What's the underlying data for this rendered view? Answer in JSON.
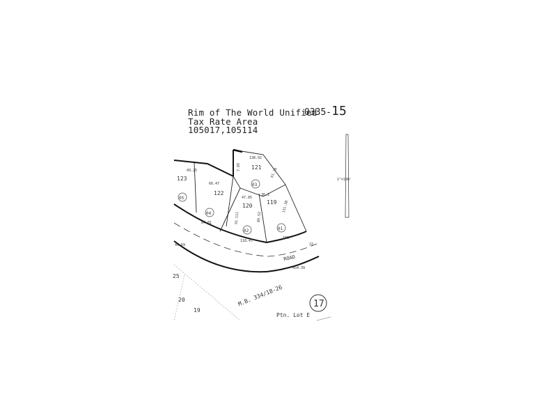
{
  "header": {
    "district": "Rim of The World Unified",
    "tax_rate_label": "Tax Rate Area",
    "tax_rate_codes": "105017,105114",
    "book": "0335-",
    "page": "15"
  },
  "scale": {
    "label": "1\"=100'"
  },
  "lots": {
    "l121": "121",
    "l123": "123",
    "l122": "122",
    "l120": "120",
    "l119": "119",
    "l25": "25",
    "l20": "20",
    "l19": "19"
  },
  "parcels": {
    "p03": "03",
    "p05": "05",
    "p04": "04",
    "p02": "02",
    "p01": "01"
  },
  "road": {
    "name": "ROAD"
  },
  "annotations": {
    "reference": "M.B. 334/18-26",
    "portion": "Ptn. Lot E",
    "circled_page": "17"
  },
  "dimensions": {
    "d_top121": "138.92",
    "d_top123": "49.25",
    "d_top122": "66.47",
    "d_top120": "47.85",
    "d_top119": "36.2",
    "d_bot122": "84.81",
    "d_bot120": "118.47",
    "d_bot119": "100",
    "d_right121": "61.18",
    "d_right119": "131.38",
    "d_mid120": "91.111",
    "d_mid120b": "89.52",
    "d_left121": "7.89",
    "d_road_r": "22",
    "d_road_l": "46.69",
    "d_road_bot": "454.39"
  }
}
